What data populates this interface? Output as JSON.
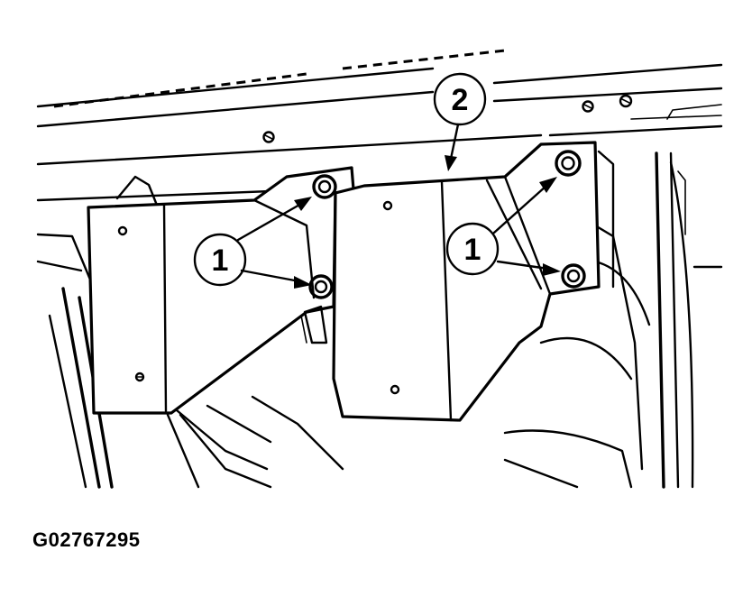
{
  "figure_id": "G02767295",
  "callouts": [
    {
      "label": "1"
    },
    {
      "label": "2"
    },
    {
      "label": "1"
    }
  ],
  "colors": {
    "ink": "#000000",
    "paper": "#ffffff"
  }
}
